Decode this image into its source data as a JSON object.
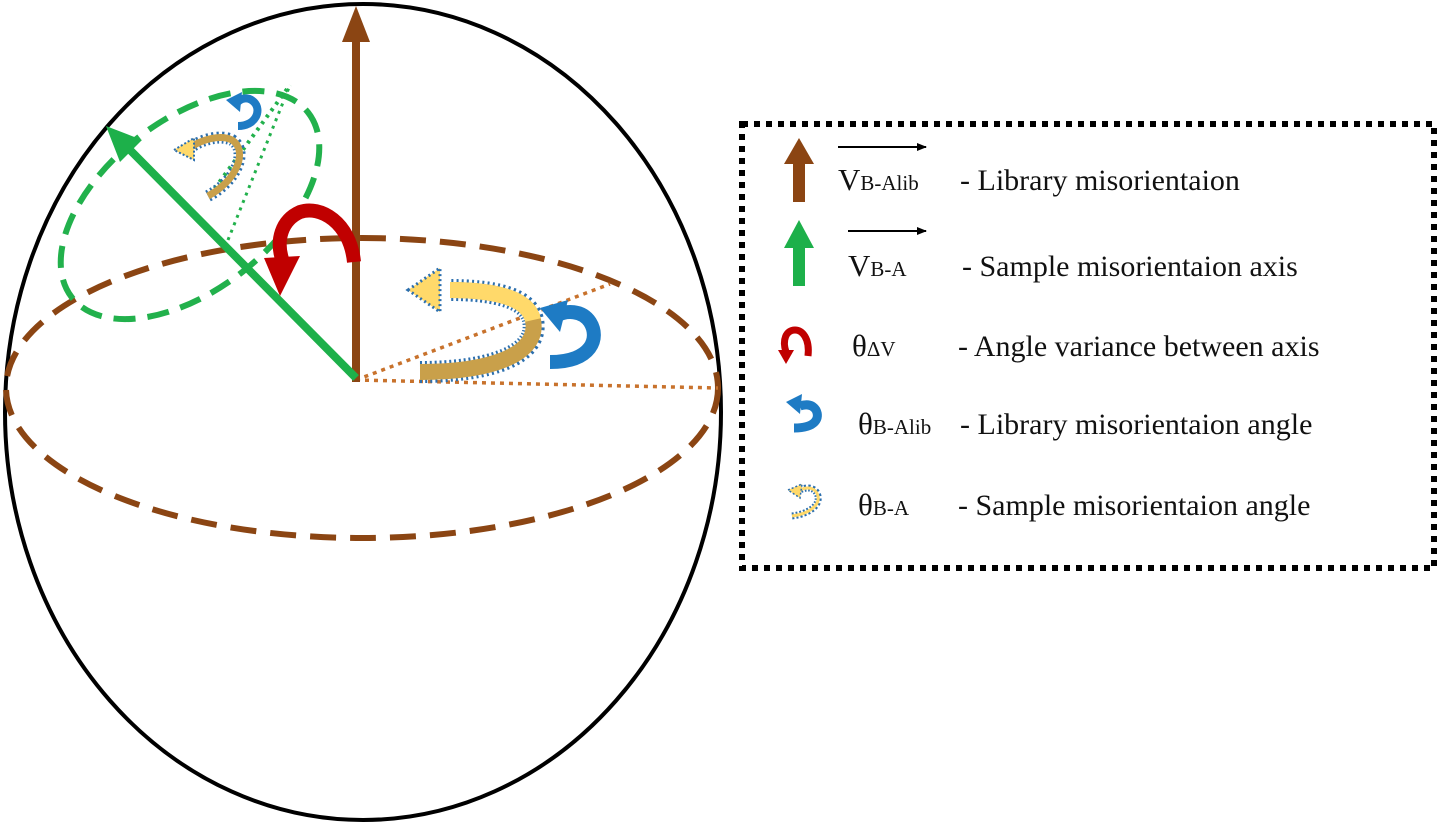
{
  "colors": {
    "brown": "#8B4513",
    "brown_dotted": "#C8722C",
    "green": "#1DB04A",
    "green_dashed": "#22B14C",
    "red": "#C00000",
    "blue": "#1E7BC4",
    "yellow": "#FFD96A",
    "yellow_dark": "#C9A04A",
    "outline": "#000000"
  },
  "legend": {
    "items": [
      {
        "key": "library-axis",
        "symbol": "V",
        "subscript": "B-Alib",
        "has_vector_arrow": true,
        "description": "- Library misorientaion",
        "icon": "brown-up-arrow-icon"
      },
      {
        "key": "sample-axis",
        "symbol": "V",
        "subscript": "B-A",
        "has_vector_arrow": true,
        "description": "- Sample misorientaion axis",
        "icon": "green-up-arrow-icon"
      },
      {
        "key": "angle-variance",
        "symbol": "θ",
        "subscript": "ΔV",
        "has_vector_arrow": false,
        "description": "- Angle variance between axis",
        "icon": "red-curved-arrow-icon"
      },
      {
        "key": "library-angle",
        "symbol": "θ",
        "subscript": "B-Alib",
        "has_vector_arrow": false,
        "description": "- Library misorientaion angle",
        "icon": "blue-curved-arrow-icon"
      },
      {
        "key": "sample-angle",
        "symbol": "θ",
        "subscript": "B-A",
        "has_vector_arrow": false,
        "description": "- Sample misorientaion angle",
        "icon": "yellow-dotted-curved-arrow-icon"
      }
    ]
  }
}
